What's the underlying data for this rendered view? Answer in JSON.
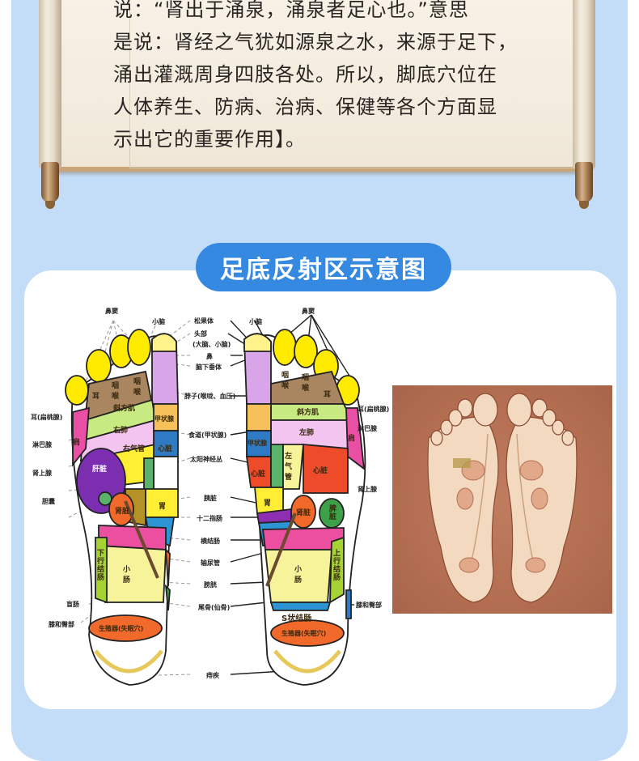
{
  "scroll": {
    "lines": [
      "说：“肾出于涌泉，涌泉者足心也。”意思",
      "是说：肾经之气犹如源泉之水，来源于足下，",
      "涌出灌溉周身四肢各处。所以，脚底穴位在",
      "人体养生、防病、治病、保健等各个方面显",
      "示出它的重要作用】。"
    ]
  },
  "section": {
    "title": "足底反射区示意图"
  },
  "diagram": {
    "top_labels": {
      "left_sinus": "鼻窦",
      "left_cerebellum": "小脑",
      "right_cerebellum": "小脑",
      "right_sinus": "鼻窦"
    },
    "center_labels": [
      "松果体",
      "头部",
      "(大脑、小脑)",
      "鼻",
      "脑下垂体",
      "脖子(喉咙、血压)",
      "食道(甲状腺)",
      "太阳神经丛",
      "胰脏",
      "十二指肠",
      "横结肠",
      "输尿管",
      "膀胱",
      "尾骨(仙骨)",
      "痔疾"
    ],
    "left_side_labels": [
      "耳(扁桃腺)",
      "淋巴腺",
      "肾上腺",
      "胆囊",
      "盲肠",
      "膝和臀部"
    ],
    "right_side_labels": [
      "耳(扁桃腺)",
      "淋巴腺",
      "肾上腺",
      "膝和臀部"
    ],
    "left_foot_zones": {
      "ear": "耳",
      "throat1": "咽喉",
      "throat2": "咽喉",
      "trapezius": "斜方肌",
      "lung": "右肺",
      "trachea": "右气管",
      "thyroid": "甲状腺",
      "heart": "心脏",
      "shoulder": "肩",
      "liver": "肝脏",
      "stomach": "胃",
      "kidney": "肾脏",
      "descending_colon": "下行结肠",
      "small_intestine": "小肠",
      "genital": "生殖器(失眠穴)"
    },
    "right_foot_zones": {
      "ear": "耳",
      "throat1": "咽喉",
      "throat2": "咽喉",
      "trapezius": "斜方肌",
      "lung": "左肺",
      "trachea": "左气管",
      "thyroid": "甲状腺",
      "heart_small": "心脏",
      "heart": "心脏",
      "shoulder": "肩",
      "stomach": "胃",
      "kidney": "肾脏",
      "spleen": "脾脏",
      "ascending_colon": "上行结肠",
      "small_intestine": "小肠",
      "sigmoid": "S状结肠",
      "genital": "生殖器(失眠穴)"
    }
  },
  "colors": {
    "page_bg": "#c3dcf8",
    "title_pill": "#3689e0",
    "card_bg": "#ffffff",
    "photo_bg": "#b46f52"
  }
}
